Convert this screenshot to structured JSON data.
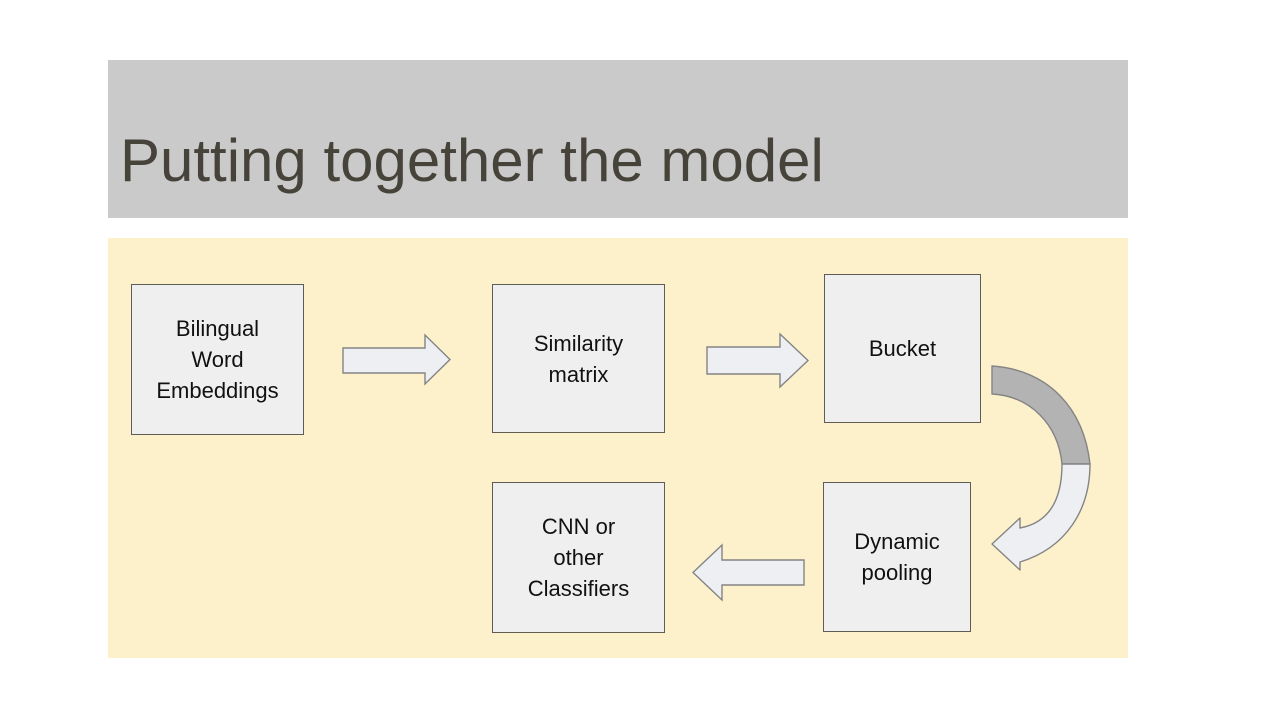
{
  "slide": {
    "title": "Putting together the model",
    "diagram": {
      "nodes": [
        {
          "id": "bilingual-word-embeddings",
          "label": "Bilingual\nWord\nEmbeddings"
        },
        {
          "id": "similarity-matrix",
          "label": "Similarity\nmatrix"
        },
        {
          "id": "bucket",
          "label": "Bucket"
        },
        {
          "id": "dynamic-pooling",
          "label": "Dynamic\npooling"
        },
        {
          "id": "cnn-or-other-classifiers",
          "label": "CNN or\nother\nClassifiers"
        }
      ],
      "connections": [
        {
          "from": "bilingual-word-embeddings",
          "to": "similarity-matrix",
          "style": "block-arrow",
          "direction": "right"
        },
        {
          "from": "similarity-matrix",
          "to": "bucket",
          "style": "block-arrow",
          "direction": "right"
        },
        {
          "from": "bucket",
          "to": "dynamic-pooling",
          "style": "curved-ribbon-arrow",
          "direction": "down-left"
        },
        {
          "from": "dynamic-pooling",
          "to": "cnn-or-other-classifiers",
          "style": "block-arrow",
          "direction": "left"
        }
      ]
    },
    "colors": {
      "page_bg": "#ffffff",
      "title_bar_bg": "#cacaca",
      "title_text": "#46433a",
      "panel_bg": "#fdf1cc",
      "node_fill": "#efefef",
      "node_border": "#5f5b55",
      "arrow_fill": "#edeff2",
      "arrow_border": "#848484",
      "curved_arrow_shade": "#b3b3b3"
    }
  }
}
